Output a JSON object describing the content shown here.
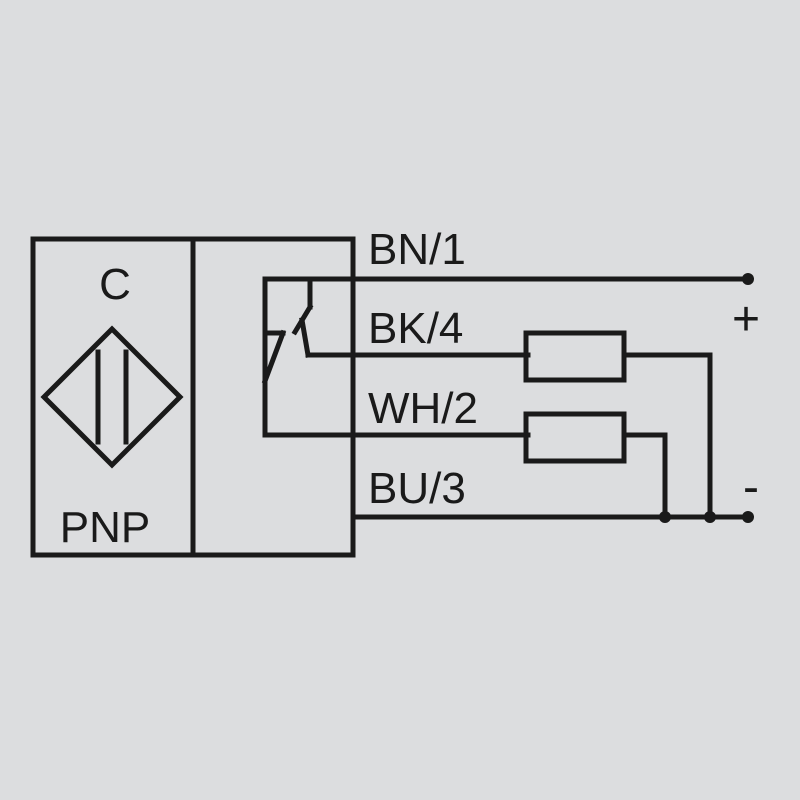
{
  "sensor": {
    "type_letter": "C",
    "output_type": "PNP"
  },
  "wires": [
    {
      "label": "BN/1",
      "color_name": "brown"
    },
    {
      "label": "BK/4",
      "color_name": "black"
    },
    {
      "label": "WH/2",
      "color_name": "white"
    },
    {
      "label": "BU/3",
      "color_name": "blue"
    }
  ],
  "supply": {
    "plus_label": "+",
    "minus_label": "-"
  },
  "colors": {
    "background": "#dcdddf",
    "ink": "#1a1a1a"
  },
  "icons": [
    "capacitive-sensor-symbol-icon",
    "switch-contact-icon",
    "load-resistor-icon",
    "junction-dot-icon"
  ]
}
